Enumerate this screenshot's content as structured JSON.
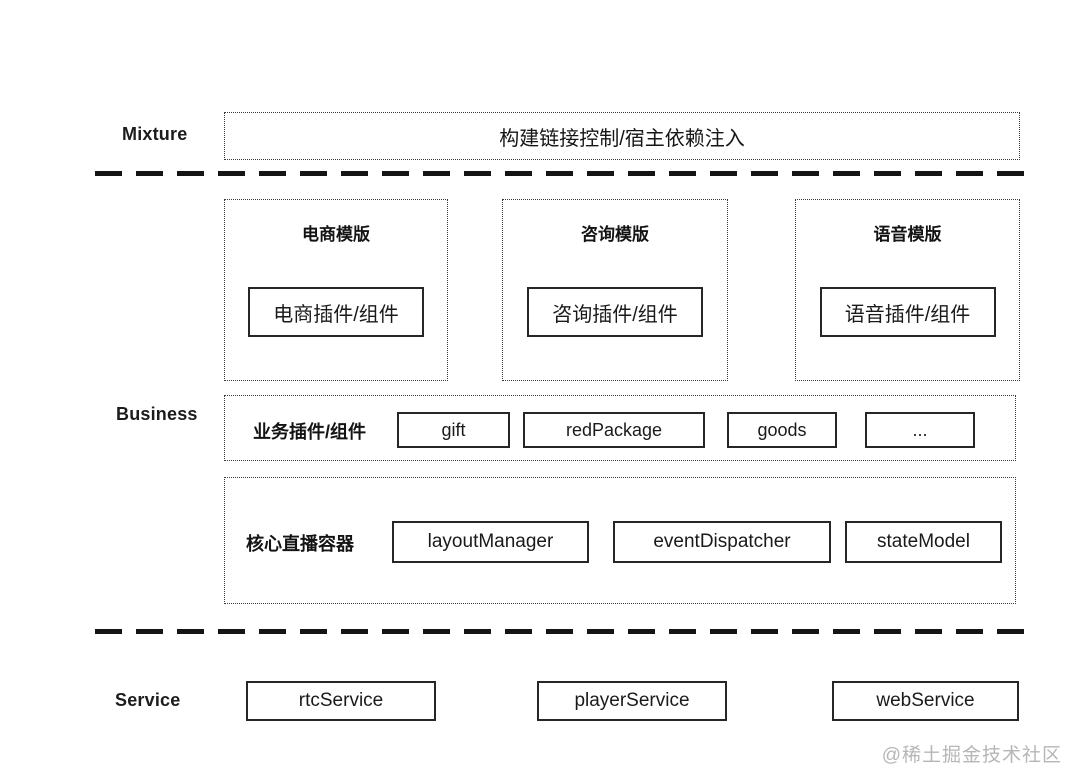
{
  "diagram": {
    "title_semantic": "live-room plugin architecture diagram",
    "line_color": "#141414",
    "border_color": "#3a3a3a",
    "watermark": "@稀土掘金技术社区",
    "watermark_color": "#b6b6b6",
    "mixture": {
      "label": "Mixture",
      "build_box": "构建链接控制/宿主依赖注入"
    },
    "business": {
      "label": "Business",
      "templates": [
        {
          "title": "电商模版",
          "plugin": "电商插件/组件"
        },
        {
          "title": "咨询模版",
          "plugin": "咨询插件/组件"
        },
        {
          "title": "语音模版",
          "plugin": "语音插件/组件"
        }
      ],
      "plugins_row": {
        "label": "业务插件/组件",
        "items": [
          "gift",
          "redPackage",
          "goods",
          "..."
        ]
      },
      "core_row": {
        "label": "核心直播容器",
        "items": [
          "layoutManager",
          "eventDispatcher",
          "stateModel"
        ]
      }
    },
    "service": {
      "label": "Service",
      "items": [
        "rtcService",
        "playerService",
        "webService"
      ]
    }
  }
}
